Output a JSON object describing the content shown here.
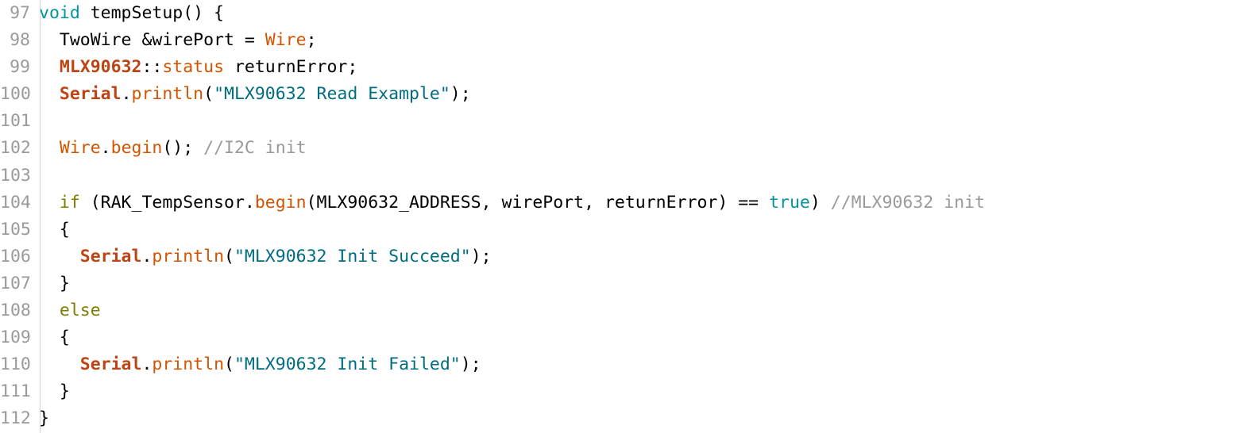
{
  "editor": {
    "kind": "code-editor-snippet",
    "language": "arduino-cpp",
    "first_line_number": 97,
    "last_line_number": 112,
    "background_color": "#ffffff",
    "gutter_color": "#9a9a9a",
    "gutter_rule_color": "#d4d4d4"
  },
  "palette": {
    "plain": "#000000",
    "type_keyword": "#00979c",
    "literal": "#00979c",
    "control_keyword": "#7e7e00",
    "class_name": "#bd4414",
    "function": "#d35400",
    "string": "#006c80",
    "comment": "#9a9a9a"
  },
  "lines": [
    {
      "number": "97",
      "tokens": [
        {
          "text": "void",
          "type": "type"
        },
        {
          "text": " tempSetup() {",
          "type": "plain"
        }
      ]
    },
    {
      "number": "98",
      "tokens": [
        {
          "text": "  TwoWire &wirePort = ",
          "type": "plain"
        },
        {
          "text": "Wire",
          "type": "func"
        },
        {
          "text": ";",
          "type": "plain"
        }
      ]
    },
    {
      "number": "99",
      "tokens": [
        {
          "text": "  ",
          "type": "plain"
        },
        {
          "text": "MLX90632",
          "type": "class"
        },
        {
          "text": "::",
          "type": "plain"
        },
        {
          "text": "status",
          "type": "func"
        },
        {
          "text": " returnError;",
          "type": "plain"
        }
      ]
    },
    {
      "number": "100",
      "tokens": [
        {
          "text": "  ",
          "type": "plain"
        },
        {
          "text": "Serial",
          "type": "class"
        },
        {
          "text": ".",
          "type": "plain"
        },
        {
          "text": "println",
          "type": "func"
        },
        {
          "text": "(",
          "type": "plain"
        },
        {
          "text": "\"MLX90632 Read Example\"",
          "type": "string"
        },
        {
          "text": ");",
          "type": "plain"
        }
      ]
    },
    {
      "number": "101",
      "tokens": [
        {
          "text": "",
          "type": "plain"
        }
      ]
    },
    {
      "number": "102",
      "tokens": [
        {
          "text": "  ",
          "type": "plain"
        },
        {
          "text": "Wire",
          "type": "func"
        },
        {
          "text": ".",
          "type": "plain"
        },
        {
          "text": "begin",
          "type": "func"
        },
        {
          "text": "(); ",
          "type": "plain"
        },
        {
          "text": "//I2C init",
          "type": "comment"
        }
      ]
    },
    {
      "number": "103",
      "tokens": [
        {
          "text": "",
          "type": "plain"
        }
      ]
    },
    {
      "number": "104",
      "tokens": [
        {
          "text": "  ",
          "type": "plain"
        },
        {
          "text": "if",
          "type": "keyword"
        },
        {
          "text": " (RAK_TempSensor.",
          "type": "plain"
        },
        {
          "text": "begin",
          "type": "func"
        },
        {
          "text": "(MLX90632_ADDRESS, wirePort, returnError) == ",
          "type": "plain"
        },
        {
          "text": "true",
          "type": "literal"
        },
        {
          "text": ") ",
          "type": "plain"
        },
        {
          "text": "//MLX90632 init",
          "type": "comment"
        }
      ]
    },
    {
      "number": "105",
      "tokens": [
        {
          "text": "  {",
          "type": "plain"
        }
      ]
    },
    {
      "number": "106",
      "tokens": [
        {
          "text": "    ",
          "type": "plain"
        },
        {
          "text": "Serial",
          "type": "class"
        },
        {
          "text": ".",
          "type": "plain"
        },
        {
          "text": "println",
          "type": "func"
        },
        {
          "text": "(",
          "type": "plain"
        },
        {
          "text": "\"MLX90632 Init Succeed\"",
          "type": "string"
        },
        {
          "text": ");",
          "type": "plain"
        }
      ]
    },
    {
      "number": "107",
      "tokens": [
        {
          "text": "  }",
          "type": "plain"
        }
      ]
    },
    {
      "number": "108",
      "tokens": [
        {
          "text": "  ",
          "type": "plain"
        },
        {
          "text": "else",
          "type": "keyword"
        }
      ]
    },
    {
      "number": "109",
      "tokens": [
        {
          "text": "  {",
          "type": "plain"
        }
      ]
    },
    {
      "number": "110",
      "tokens": [
        {
          "text": "    ",
          "type": "plain"
        },
        {
          "text": "Serial",
          "type": "class"
        },
        {
          "text": ".",
          "type": "plain"
        },
        {
          "text": "println",
          "type": "func"
        },
        {
          "text": "(",
          "type": "plain"
        },
        {
          "text": "\"MLX90632 Init Failed\"",
          "type": "string"
        },
        {
          "text": ");",
          "type": "plain"
        }
      ]
    },
    {
      "number": "111",
      "tokens": [
        {
          "text": "  }",
          "type": "plain"
        }
      ]
    },
    {
      "number": "112",
      "tokens": [
        {
          "text": "}",
          "type": "plain"
        }
      ]
    }
  ]
}
